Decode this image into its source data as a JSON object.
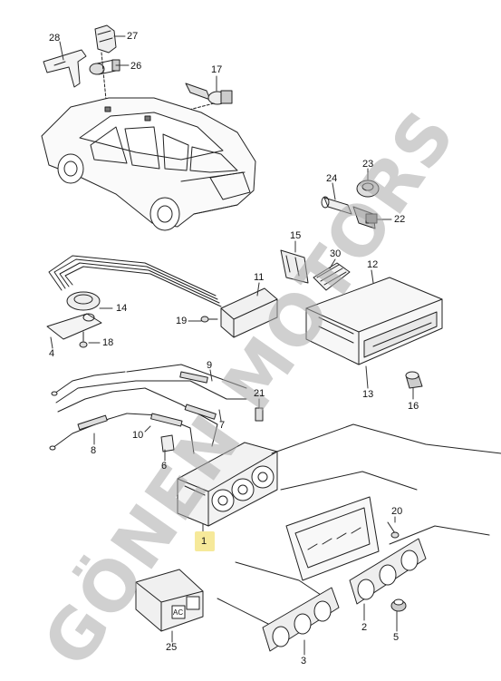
{
  "watermark": "GÖNEN MOTORS",
  "highlight_color": "#f6e99a",
  "parts": [
    {
      "id": "p28",
      "label": "28"
    },
    {
      "id": "p27",
      "label": "27"
    },
    {
      "id": "p26",
      "label": "26"
    },
    {
      "id": "p17",
      "label": "17"
    },
    {
      "id": "p23",
      "label": "23"
    },
    {
      "id": "p24",
      "label": "24"
    },
    {
      "id": "p22",
      "label": "22"
    },
    {
      "id": "p15",
      "label": "15"
    },
    {
      "id": "p30",
      "label": "30"
    },
    {
      "id": "p12",
      "label": "12"
    },
    {
      "id": "p11",
      "label": "11"
    },
    {
      "id": "p14",
      "label": "14"
    },
    {
      "id": "p19",
      "label": "19"
    },
    {
      "id": "p18",
      "label": "18"
    },
    {
      "id": "p4",
      "label": "4"
    },
    {
      "id": "p13",
      "label": "13"
    },
    {
      "id": "p16",
      "label": "16"
    },
    {
      "id": "p9",
      "label": "9"
    },
    {
      "id": "p21",
      "label": "21"
    },
    {
      "id": "p7",
      "label": "7"
    },
    {
      "id": "p10",
      "label": "10"
    },
    {
      "id": "p8",
      "label": "8"
    },
    {
      "id": "p6",
      "label": "6"
    },
    {
      "id": "p1",
      "label": "1"
    },
    {
      "id": "p20",
      "label": "20"
    },
    {
      "id": "p2",
      "label": "2"
    },
    {
      "id": "p5",
      "label": "5"
    },
    {
      "id": "p3",
      "label": "3"
    },
    {
      "id": "p25",
      "label": "25"
    }
  ],
  "button_text": {
    "ac": "AC"
  }
}
